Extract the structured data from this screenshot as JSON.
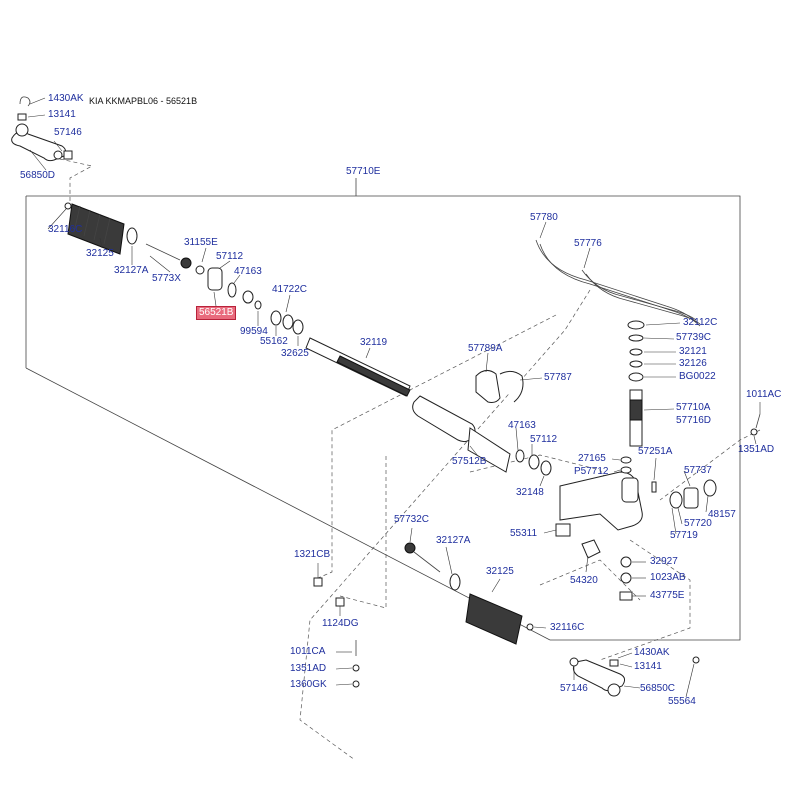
{
  "header": {
    "title": "KIA KKMAPBL06 - 56521B"
  },
  "colors": {
    "label": "#1f2f9e",
    "highlight_bg": "#e96b7d",
    "highlight_border": "#b8223a"
  },
  "parts": {
    "p1430AK_top": "1430AK",
    "p13141_top": "13141",
    "p57146_top": "57146",
    "p56850D": "56850D",
    "p57710E": "57710E",
    "p32116C_left": "32116C",
    "p32125_left": "32125",
    "p32127A_left": "32127A",
    "p5773X": "5773X",
    "p31155E": "31155E",
    "p57112_left": "57112",
    "p47163_left": "47163",
    "p56521B": "56521B",
    "p41722C": "41722C",
    "p99594": "99594",
    "p55162": "55162",
    "p32625": "32625",
    "p32119": "32119",
    "p57789A": "57789A",
    "p57787": "57787",
    "p57780": "57780",
    "p57776": "57776",
    "p32112C": "32112C",
    "p57739C": "57739C",
    "p32121": "32121",
    "p32126": "32126",
    "pBG0022": "BG0022",
    "p57710A": "57710A",
    "p57716D": "57716D",
    "p1011AC": "1011AC",
    "p1351AD_right": "1351AD",
    "p47163_mid": "47163",
    "p57112_mid": "57112",
    "p57512B": "57512B",
    "p32148": "32148",
    "p27165": "27165",
    "p57251A": "57251A",
    "pP57712": "P57712",
    "p57737": "57737",
    "p48157": "48157",
    "p57720": "57720",
    "p57719": "57719",
    "p57732C": "57732C",
    "p32127A_mid": "32127A",
    "p55311": "55311",
    "p1321CB": "1321CB",
    "p32125_mid": "32125",
    "p54320": "54320",
    "p32927": "32927",
    "p1023AB": "1023AB",
    "p43775E": "43775E",
    "p1124DG": "1124DG",
    "p32116C_mid": "32116C",
    "p1011CA": "1011CA",
    "p1351AD_bottom": "1351AD",
    "p1360GK": "1360GK",
    "p1430AK_bottom": "1430AK",
    "p13141_bottom": "13141",
    "p57146_bottom": "57146",
    "p56850C": "56850C",
    "p55564": "55564"
  }
}
